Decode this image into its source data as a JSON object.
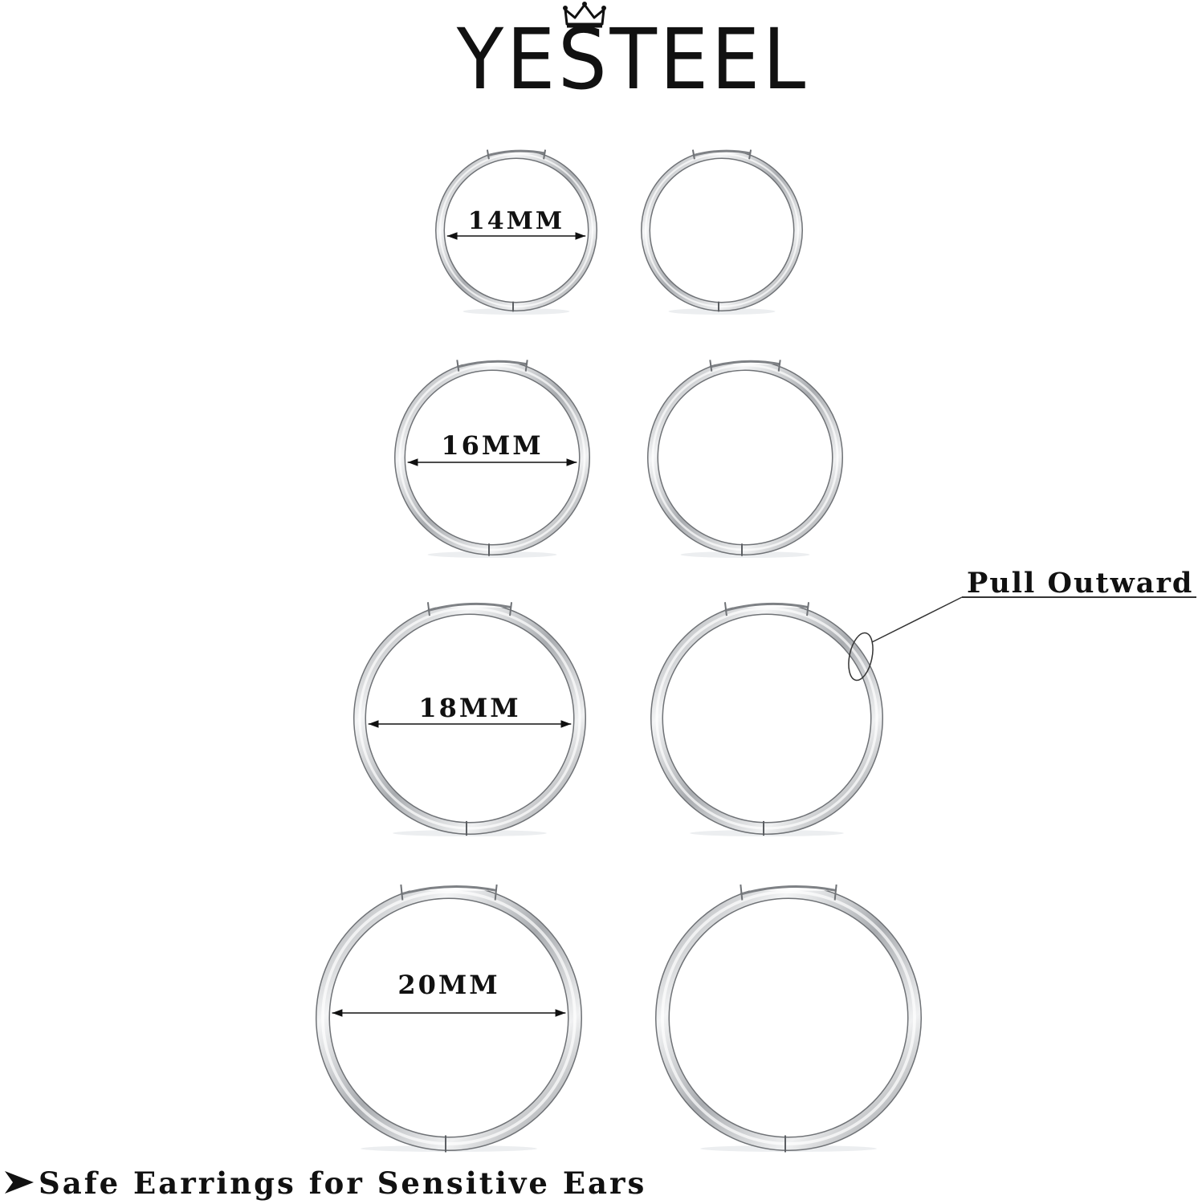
{
  "brand": {
    "name": "YESTEEL",
    "logo_color": "#111111"
  },
  "hoops": [
    {
      "size_label": "14MM"
    },
    {
      "size_label": "16MM"
    },
    {
      "size_label": "18MM"
    },
    {
      "size_label": "20MM"
    }
  ],
  "callout": {
    "label": "Pull Outward"
  },
  "tagline": {
    "icon": "arrowhead-icon",
    "text": "Safe Earrings for Sensitive Ears"
  },
  "colors": {
    "metal_dark": "#8a8d91",
    "metal_light": "#f4f5f6",
    "background": "#ffffff",
    "text": "#111111"
  }
}
